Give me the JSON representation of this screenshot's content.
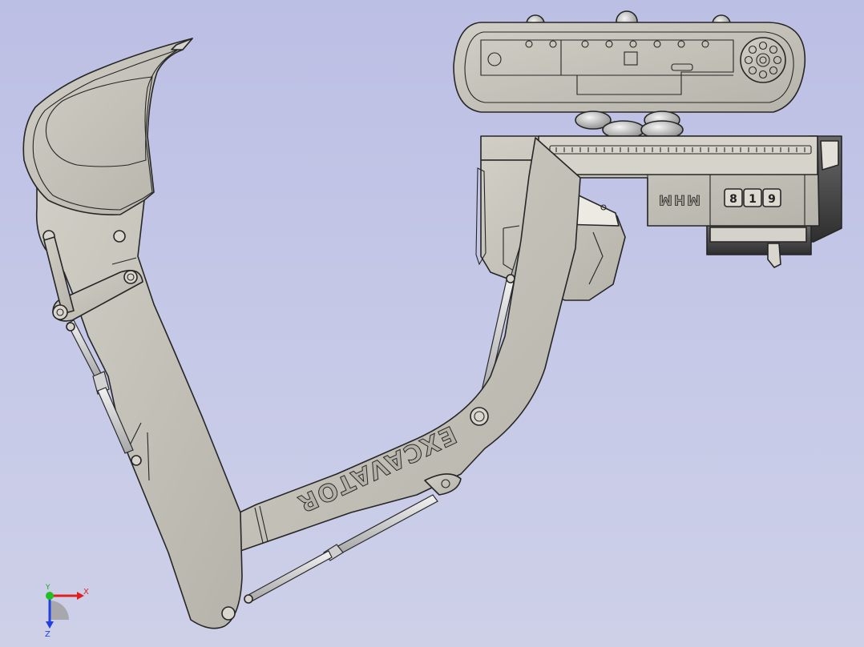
{
  "viewport": {
    "background_top": "#bcbfe4",
    "background_bottom": "#ced0e8",
    "part_color": "#c4c2b8",
    "edge_color": "#262626"
  },
  "model": {
    "arm_label": "EXCAVATOR",
    "cab_logo": "MHM",
    "cab_digits": [
      "9",
      "1",
      "8"
    ]
  },
  "triad": {
    "x_label": "X",
    "y_label": "Y",
    "z_label": "Z",
    "x_color": "#e02020",
    "y_color": "#20c020",
    "z_color": "#2040e0"
  }
}
